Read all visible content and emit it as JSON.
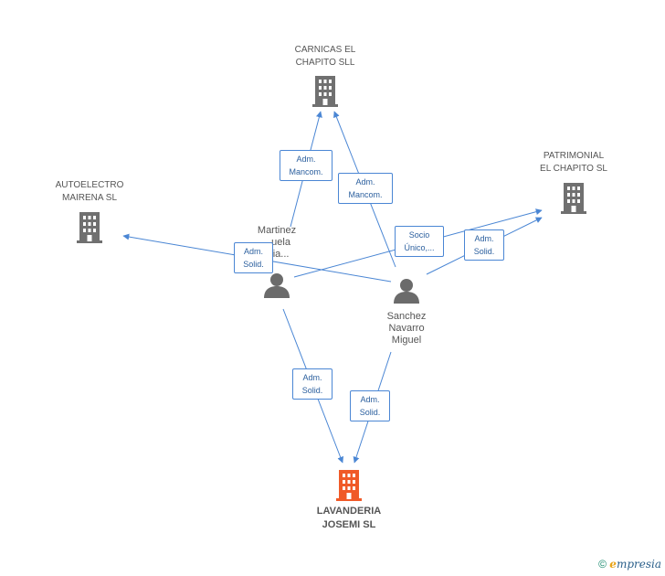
{
  "companies": {
    "carnicas": {
      "name_line1": "CARNICAS EL",
      "name_line2": "CHAPITO SLL"
    },
    "patrimonial": {
      "name_line1": "PATRIMONIAL",
      "name_line2": "EL CHAPITO SL"
    },
    "autoelectro": {
      "name_line1": "AUTOELECTRO",
      "name_line2": "MAIRENA SL"
    },
    "lavanderia": {
      "name_line1": "LAVANDERIA",
      "name_line2": "JOSEMI SL"
    }
  },
  "persons": {
    "martinez": {
      "name_line1": "Martinez",
      "name_line2": "...uela",
      "name_line3": "...ia..."
    },
    "sanchez": {
      "name_line1": "Sanchez",
      "name_line2": "Navarro",
      "name_line3": "Miguel"
    }
  },
  "relations": [
    {
      "line1": "Adm.",
      "line2": "Mancom."
    },
    {
      "line1": "Adm.",
      "line2": "Mancom."
    },
    {
      "line1": "Socio",
      "line2": "Único,..."
    },
    {
      "line1": "Adm.",
      "line2": "Solid."
    },
    {
      "line1": "Adm.",
      "line2": "Solid."
    },
    {
      "line1": "Adm.",
      "line2": "Solid."
    },
    {
      "line1": "Adm.",
      "line2": "Solid."
    }
  ],
  "footer": {
    "copyright": "©",
    "brand_initial": "e",
    "brand_rest": "mpresia"
  },
  "colors": {
    "edge": "#4a86d4",
    "company_icon": "#707070",
    "main_company_icon": "#f05a28",
    "person_icon": "#6b6b6b"
  }
}
